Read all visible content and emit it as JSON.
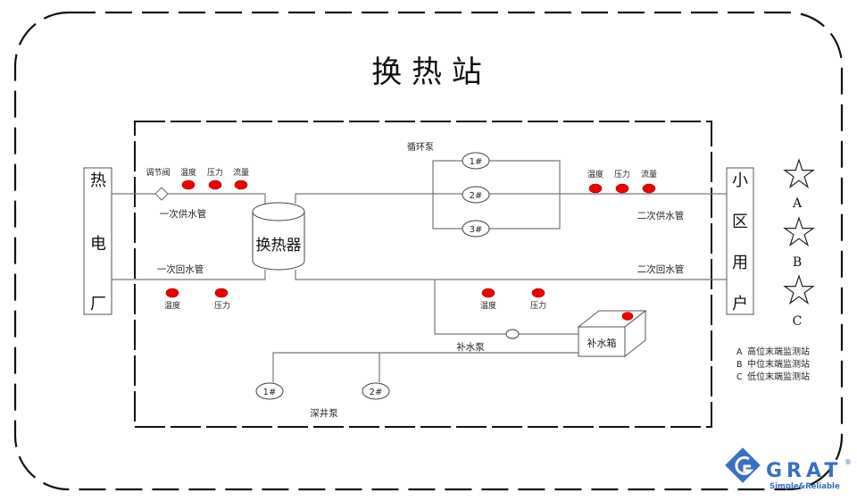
{
  "title": "换 热 站",
  "power_plant": {
    "label_chars": [
      "热",
      "电",
      "厂"
    ]
  },
  "community": {
    "label_chars": [
      "小",
      "区",
      "用",
      "户"
    ]
  },
  "heat_exchanger": {
    "label": "换热器"
  },
  "primary_side": {
    "valve_label": "调节阀",
    "supply_pipe_label": "一次供水管",
    "return_pipe_label": "一次回水管",
    "supply_sensors": [
      "温度",
      "压力",
      "流量"
    ],
    "return_sensors": [
      "温度",
      "压力"
    ]
  },
  "secondary_side": {
    "supply_pipe_label": "二次供水管",
    "return_pipe_label": "二次回水管",
    "supply_sensors": [
      "温度",
      "压力",
      "流量"
    ],
    "return_sensors": [
      "温度",
      "压力"
    ]
  },
  "circulation_pumps": {
    "label": "循环泵",
    "pumps": [
      "1#",
      "2#",
      "3#"
    ]
  },
  "makeup": {
    "pump_label": "补水泵",
    "tank_label": "补水箱"
  },
  "deep_well_pumps": {
    "label": "深井泵",
    "pumps": [
      "1#",
      "2#"
    ]
  },
  "monitoring_stations": {
    "markers": [
      "A",
      "B",
      "C"
    ],
    "legend": [
      {
        "key": "A",
        "text": "高位末端监测站"
      },
      {
        "key": "B",
        "text": "中位末端监测站"
      },
      {
        "key": "C",
        "text": "低位末端监测站"
      }
    ]
  },
  "logo": {
    "brand": "GRAT",
    "registered": "®",
    "tagline": "Simple&Reliable",
    "color": "#3a6fc4"
  },
  "colors": {
    "sensor": "#ee0000",
    "pipe": "#777777",
    "border": "#111111"
  }
}
